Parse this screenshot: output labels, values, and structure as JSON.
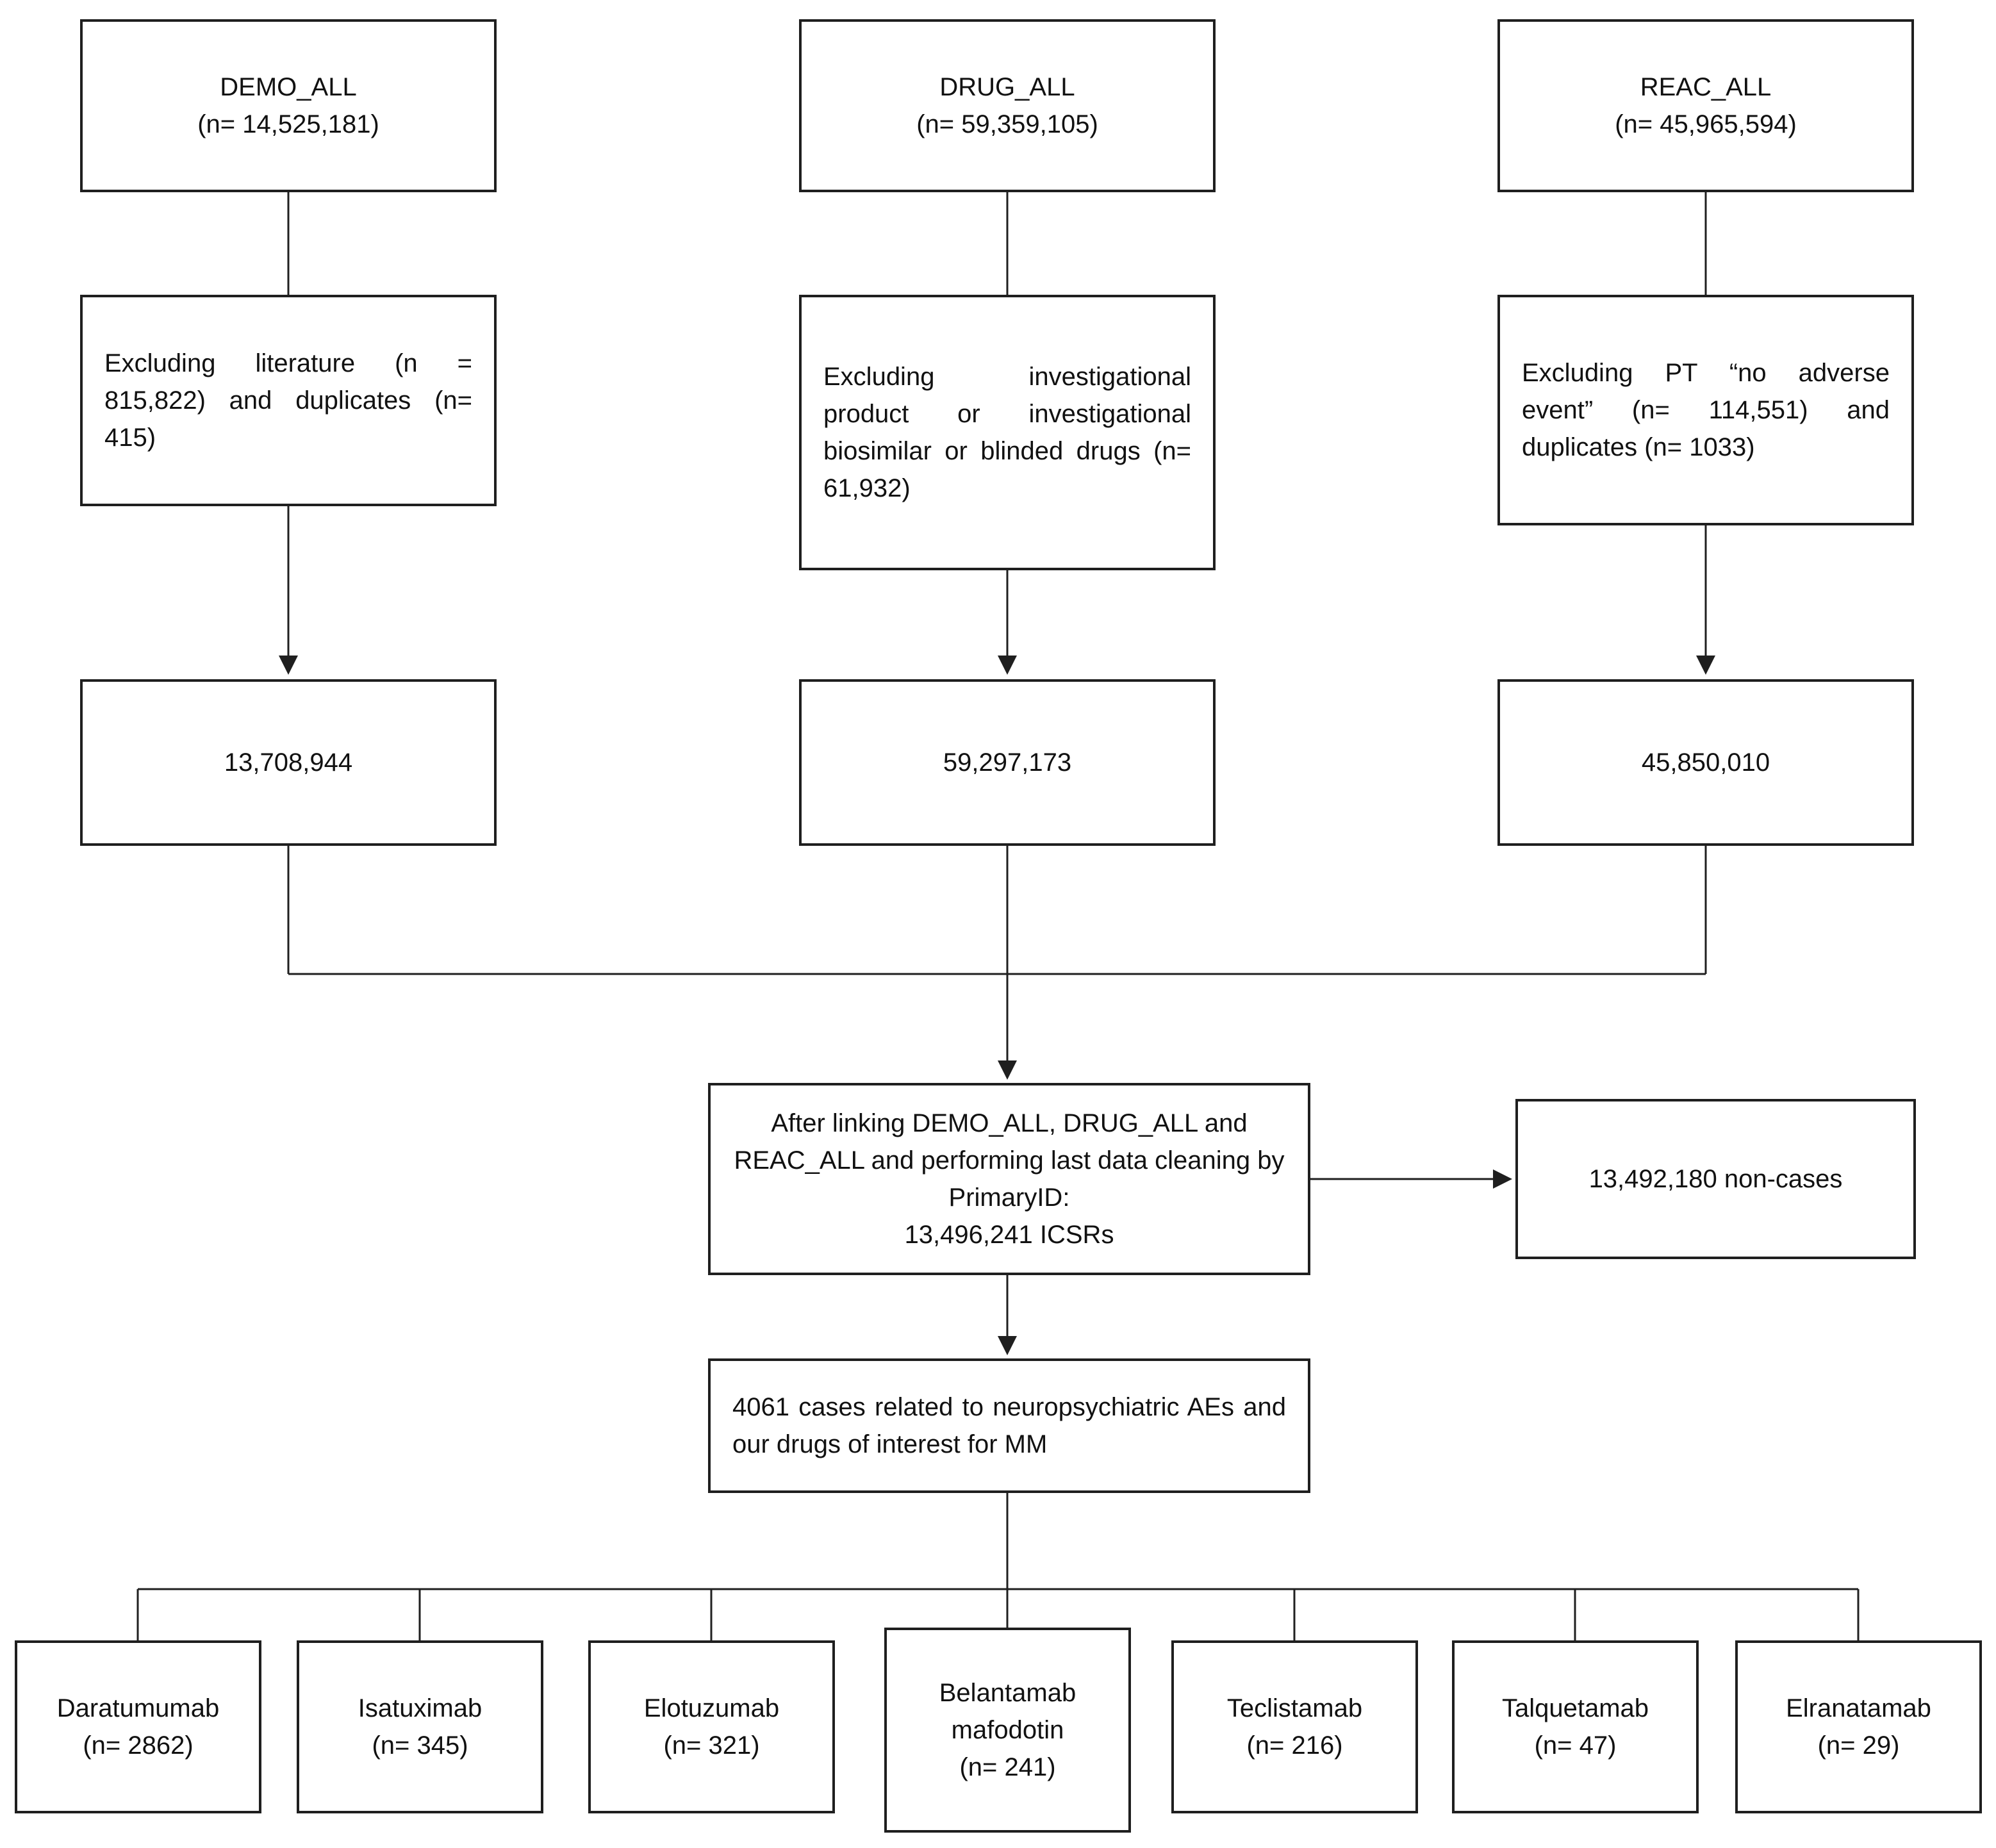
{
  "flowchart": {
    "sources": [
      {
        "title": "DEMO_ALL",
        "count": "(n= 14,525,181)"
      },
      {
        "title": "DRUG_ALL",
        "count": "(n= 59,359,105)"
      },
      {
        "title": "REAC_ALL",
        "count": "(n= 45,965,594)"
      }
    ],
    "exclusions": [
      {
        "text": "Excluding literature (n = 815,822) and duplicates (n= 415)"
      },
      {
        "text": "Excluding investigational product or investigational biosimilar or blinded drugs (n= 61,932)"
      },
      {
        "text": "Excluding PT “no adverse event” (n= 114,551) and duplicates (n= 1033)"
      }
    ],
    "after_exclusion_counts": [
      {
        "value": "13,708,944"
      },
      {
        "value": "59,297,173"
      },
      {
        "value": "45,850,010"
      }
    ],
    "linking": {
      "text": "After linking DEMO_ALL, DRUG_ALL and REAC_ALL and performing last data cleaning by PrimaryID:",
      "count": "13,496,241 ICSRs"
    },
    "non_cases": {
      "text": "13,492,180 non-cases"
    },
    "cases": {
      "text": "4061 cases related to neuropsychiatric AEs and our drugs of interest for MM"
    },
    "drugs": [
      {
        "name": "Daratumumab",
        "count": "(n= 2862)"
      },
      {
        "name": "Isatuximab",
        "count": "(n= 345)"
      },
      {
        "name": "Elotuzumab",
        "count": "(n= 321)"
      },
      {
        "name": "Belantamab mafodotin",
        "count": "(n= 241)"
      },
      {
        "name": "Teclistamab",
        "count": "(n= 216)"
      },
      {
        "name": "Talquetamab",
        "count": "(n= 47)"
      },
      {
        "name": "Elranatamab",
        "count": "(n= 29)"
      }
    ],
    "line_color": "#1f1f1f"
  }
}
